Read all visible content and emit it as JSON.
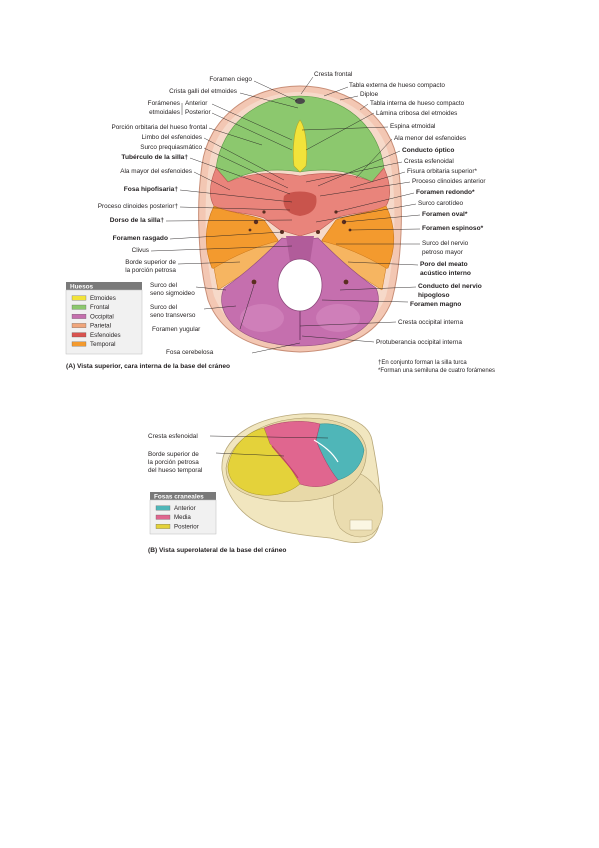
{
  "figure_a": {
    "labels_left": [
      {
        "text": "Foramen ciego",
        "bold": false
      },
      {
        "text": "Crista galli del etmoides",
        "bold": false
      },
      {
        "text": "Forámenes",
        "bold": false
      },
      {
        "text": "etmoidales",
        "bold": false
      },
      {
        "text": "Anterior",
        "bold": false
      },
      {
        "text": "Posterior",
        "bold": false
      },
      {
        "text": "Porción orbitaria del hueso frontal",
        "bold": false
      },
      {
        "text": "Limbo del esfenoides",
        "bold": false
      },
      {
        "text": "Surco prequiasmático",
        "bold": false
      },
      {
        "text": "Tubérculo de la silla†",
        "bold": true
      },
      {
        "text": "Ala mayor del esfenoides",
        "bold": false
      },
      {
        "text": "Fosa hipofisaria†",
        "bold": true
      },
      {
        "text": "Proceso clinoides posterior†",
        "bold": false
      },
      {
        "text": "Dorso de la silla†",
        "bold": true
      },
      {
        "text": "Foramen rasgado",
        "bold": true
      },
      {
        "text": "Clivus",
        "bold": false
      },
      {
        "text": "Borde superior de",
        "bold": false
      },
      {
        "text": "la porción petrosa",
        "bold": false
      },
      {
        "text": "Surco del",
        "bold": false
      },
      {
        "text": "seno sigmoideo",
        "bold": false
      },
      {
        "text": "Surco del",
        "bold": false
      },
      {
        "text": "seno transverso",
        "bold": false
      },
      {
        "text": "Foramen yugular",
        "bold": false
      },
      {
        "text": "Fosa cerebelosa",
        "bold": false
      }
    ],
    "labels_right": [
      {
        "text": "Cresta frontal",
        "bold": false
      },
      {
        "text": "Tabla externa de hueso compacto",
        "bold": false
      },
      {
        "text": "Diploe",
        "bold": false
      },
      {
        "text": "Tabla interna de hueso compacto",
        "bold": false
      },
      {
        "text": "Lámina cribosa del etmoides",
        "bold": false
      },
      {
        "text": "Espina etmoidal",
        "bold": false
      },
      {
        "text": "Ala menor del esfenoides",
        "bold": false
      },
      {
        "text": "Conducto óptico",
        "bold": true
      },
      {
        "text": "Cresta esfenoidal",
        "bold": false
      },
      {
        "text": "Fisura orbitaria superior*",
        "bold": false
      },
      {
        "text": "Proceso clinoides anterior",
        "bold": false
      },
      {
        "text": "Foramen redondo*",
        "bold": true
      },
      {
        "text": "Surco carotídeo",
        "bold": false
      },
      {
        "text": "Foramen oval*",
        "bold": true
      },
      {
        "text": "Foramen espinoso*",
        "bold": true
      },
      {
        "text": "Surco del nervio",
        "bold": false
      },
      {
        "text": "petroso mayor",
        "bold": false
      },
      {
        "text": "Poro del meato",
        "bold": true
      },
      {
        "text": "acústico interno",
        "bold": true
      },
      {
        "text": "Conducto del nervio",
        "bold": true
      },
      {
        "text": "hipogloso",
        "bold": true
      },
      {
        "text": "Foramen magno",
        "bold": true
      },
      {
        "text": "Cresta occipital interna",
        "bold": false
      },
      {
        "text": "Protuberancia occipital interna",
        "bold": false
      }
    ],
    "legend": {
      "title": "Huesos",
      "items": [
        {
          "name": "Etmoides",
          "color": "#f2e33a"
        },
        {
          "name": "Frontal",
          "color": "#8cc86e"
        },
        {
          "name": "Occipital",
          "color": "#c56fae"
        },
        {
          "name": "Parietal",
          "color": "#f0a67c"
        },
        {
          "name": "Esfenoides",
          "color": "#d9534f"
        },
        {
          "name": "Temporal",
          "color": "#f39a2e"
        }
      ]
    },
    "caption": "(A) Vista superior, cara interna de la base del cráneo",
    "footnotes": [
      "†En conjunto forman la silla turca",
      "*Forman una semiluna de cuatro forámenes"
    ]
  },
  "figure_b": {
    "labels": [
      "Cresta esfenoidal",
      "Borde superior de",
      "la porción petrosa",
      "del hueso temporal"
    ],
    "legend": {
      "title": "Fosas craneales",
      "items": [
        {
          "name": "Anterior",
          "color": "#4fb6b8"
        },
        {
          "name": "Media",
          "color": "#e0668f"
        },
        {
          "name": "Posterior",
          "color": "#e4d23a"
        }
      ]
    },
    "caption": "(B) Vista superolateral de la base del cráneo"
  }
}
